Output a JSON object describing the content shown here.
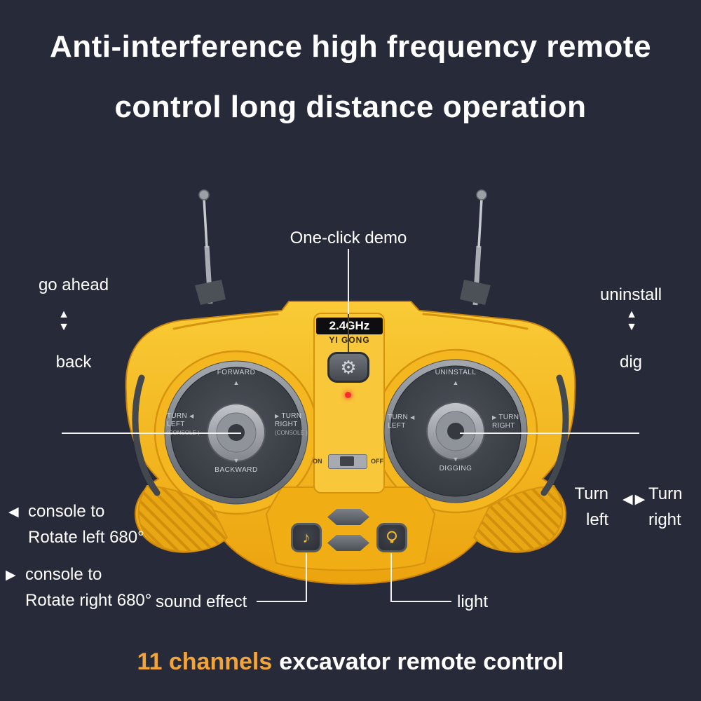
{
  "title": {
    "line1": "Anti-interference high frequency remote",
    "line2": "control long distance operation"
  },
  "colors": {
    "background": "#272b39",
    "body_yellow": "#f5b91f",
    "accent_orange": "#d6930f",
    "highlight_text": "#f0a43b",
    "led_red": "#ff2a2a",
    "icon_yellow": "#f3b82a"
  },
  "callouts": {
    "one_click_demo": "One-click demo",
    "go_ahead": "go ahead",
    "back": "back",
    "uninstall": "uninstall",
    "dig": "dig",
    "turn_left": {
      "line1": "Turn",
      "line2": "left"
    },
    "turn_right": {
      "line1": "Turn",
      "line2": "right"
    },
    "console_rotate_left": {
      "line1": "console to",
      "line2": "Rotate left 680°"
    },
    "console_rotate_right": {
      "line1": "console to",
      "line2": "Rotate right 680°"
    },
    "sound_effect": "sound effect",
    "light": "light"
  },
  "remote": {
    "frequency": "2.4GHz",
    "brand": "YI GONG",
    "left_stick": {
      "top": "FORWARD",
      "bottom": "BACKWARD",
      "left_line1": "TURN",
      "left_line2": "LEFT",
      "left_line3": "(CONSOLE )",
      "right_line1": "TURN",
      "right_line2": "RIGHT",
      "right_line3": "(CONSOLE )"
    },
    "right_stick": {
      "top": "UNINSTALL",
      "bottom": "DIGGING",
      "left_line1": "TURN",
      "left_line2": "LEFT",
      "right_line1": "TURN",
      "right_line2": "RIGHT"
    },
    "power_switch": {
      "on": "ON",
      "off": "OFF"
    }
  },
  "footer": {
    "highlight": "11 channels",
    "text": "excavator remote control"
  },
  "icons": {
    "up": "▲",
    "down": "▼",
    "left": "◀",
    "right": "▶",
    "gear": "⚙",
    "music_note": "♪"
  }
}
